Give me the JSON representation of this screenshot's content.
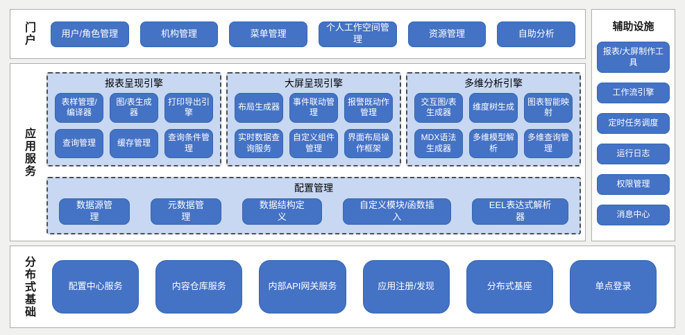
{
  "colors": {
    "page_bg": "#f1f1ef",
    "section_bg": "#ffffff",
    "section_border": "#ababab",
    "button_blue": "#4472c4",
    "button_border": "#3566ae",
    "button_text": "#ffffff",
    "panel_blue": "#c8d8f2",
    "panel_dashed_border": "#4c4c4c"
  },
  "portal": {
    "label": "门户",
    "buttons": [
      "用户/角色管理",
      "机构管理",
      "菜单管理",
      "个人工作空间管理",
      "资源管理",
      "自助分析"
    ]
  },
  "app_services": {
    "label": "应用服务",
    "engines": [
      {
        "title": "报表呈现引擎",
        "buttons": [
          "表样管理/编译器",
          "图/表生成器",
          "打印导出引擎",
          "查询管理",
          "缓存管理",
          "查询条件管理"
        ]
      },
      {
        "title": "大屏呈现引擎",
        "buttons": [
          "布局生成器",
          "事件联动管理",
          "报警既动作管理",
          "实时数据查询服务",
          "自定义组件管理",
          "界面布局操作框架"
        ]
      },
      {
        "title": "多维分析引擎",
        "buttons": [
          "交互图/表生成器",
          "维度树生成",
          "图表智能映射",
          "MDX语法生成器",
          "多维模型解析",
          "多维查询管理"
        ]
      }
    ],
    "config": {
      "title": "配置管理",
      "buttons": [
        "数据源管理",
        "元数据管理",
        "数据结构定义",
        "自定义模块/函数插入",
        "EEL表达式解析器"
      ]
    }
  },
  "aux": {
    "title": "辅助设施",
    "buttons": [
      "报表/大屏制作工具",
      "工作流引擎",
      "定时任务调度",
      "运行日志",
      "权限管理",
      "消息中心"
    ]
  },
  "foundation": {
    "label": "分布式基础",
    "buttons": [
      "配置中心服务",
      "内容仓库服务",
      "内部API网关服务",
      "应用注册/发现",
      "分布式基座",
      "单点登录"
    ]
  }
}
